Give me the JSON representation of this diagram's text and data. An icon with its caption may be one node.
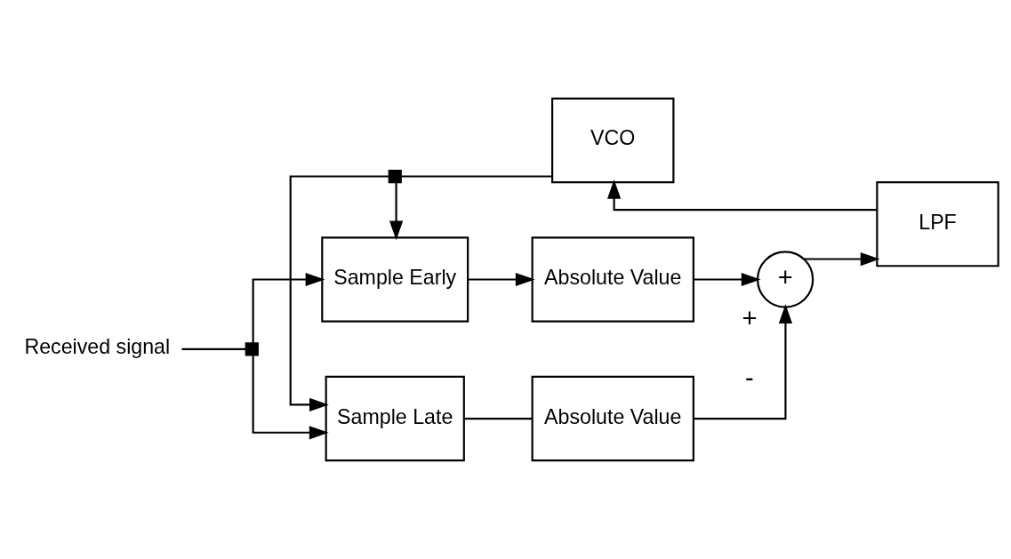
{
  "diagram": {
    "nodes": [
      {
        "text": [
          "Received signal"
        ]
      },
      {
        "text": [],
        "shape": "box"
      },
      {
        "text": [
          "Sample Early"
        ]
      },
      {
        "text": [
          "Absolute Value"
        ]
      },
      {
        "text": [],
        "shape": "box"
      },
      {
        "text": [
          "VCO"
        ]
      },
      {
        "text": [
          "LPF"
        ]
      },
      {
        "text": [
          "+"
        ],
        "beside": [
          "+",
          "-"
        ]
      },
      {
        "text": [
          "Sample Late"
        ]
      },
      {
        "text": [
          "Absolute Value"
        ]
      }
    ],
    "edges": [
      {
        "from": 0,
        "to": 1,
        "arrow": "none"
      },
      {
        "from": 1,
        "to": 2,
        "arrow": "to"
      },
      {
        "from": 1,
        "to": 8,
        "arrow": "to"
      },
      {
        "from": 2,
        "to": 3,
        "arrow": "to"
      },
      {
        "from": 3,
        "to": 7,
        "arrow": "to"
      },
      {
        "from": 8,
        "to": 9,
        "arrow": "none"
      },
      {
        "from": 9,
        "to": 7,
        "arrow": "to"
      },
      {
        "from": 7,
        "to": 6,
        "arrow": "to"
      },
      {
        "from": 6,
        "to": 5,
        "arrow": "to"
      },
      {
        "from": 5,
        "to": 4,
        "arrow": "none"
      },
      {
        "from": 4,
        "to": 2,
        "arrow": "to"
      },
      {
        "from": 4,
        "to": 8,
        "arrow": "to"
      }
    ]
  }
}
